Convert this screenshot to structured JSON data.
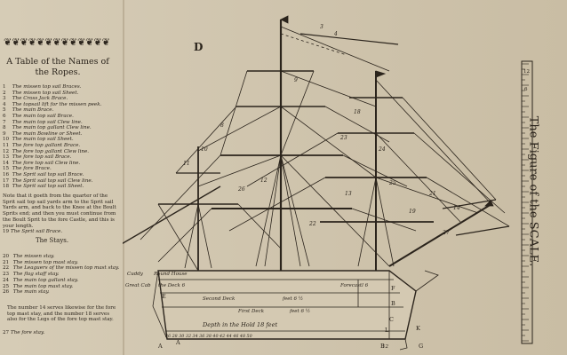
{
  "table": {
    "ornament": "❦❦❦❦❦❦❦❦❦❦❦❦❦❦❦❦❦❦",
    "title": "A Table of the Names of the Ropes.",
    "ropes": [
      {
        "n": "1",
        "t": "The missen top sail Braces."
      },
      {
        "n": "2",
        "t": "The missen top sail Sheet."
      },
      {
        "n": "3",
        "t": "The Cross Jack Brace."
      },
      {
        "n": "4",
        "t": "The topsail lift for the missen peek."
      },
      {
        "n": "5",
        "t": "The main Brace."
      },
      {
        "n": "6",
        "t": "The main top sail Brace."
      },
      {
        "n": "7",
        "t": "The main top sail Clew line."
      },
      {
        "n": "8",
        "t": "The main top gallant Clew line."
      },
      {
        "n": "9",
        "t": "The main Bowline or Sheet."
      },
      {
        "n": "10",
        "t": "The main top sail Sheet."
      },
      {
        "n": "11",
        "t": "The fore top gallant Brace."
      },
      {
        "n": "12",
        "t": "The fore top gallant Clew line."
      },
      {
        "n": "13",
        "t": "The fore top sail Brace."
      },
      {
        "n": "14",
        "t": "The fore top sail Clew line."
      },
      {
        "n": "15",
        "t": "The fore Brace."
      },
      {
        "n": "16",
        "t": "The Sprit sail top sail Brace."
      },
      {
        "n": "17",
        "t": "The Sprit sail top sail Clew line."
      },
      {
        "n": "18",
        "t": "The Sprit sail top sail Sheet."
      }
    ],
    "note": "Note that it goeth from the quarter of the Sprit sail top sail yards arm to the Sprit sail Yards arm, and back to the Knee at the Boult Sprits end; and then you must continue from the Boult Sprit to the fore Castle, and this is your length.",
    "rope19": {
      "n": "19",
      "t": "The Sprit sail Brace."
    },
    "stays_heading": "The Stays.",
    "stays": [
      {
        "n": "20",
        "t": "The missen stay."
      },
      {
        "n": "21",
        "t": "The missen top mast stay."
      },
      {
        "n": "22",
        "t": "The Leaguers of the missen top mast stay."
      },
      {
        "n": "23",
        "t": "The flag staff stay."
      },
      {
        "n": "24",
        "t": "The main top gallant stay."
      },
      {
        "n": "25",
        "t": "The main top mast stay."
      },
      {
        "n": "26",
        "t": "The main stay."
      }
    ],
    "note2": "The number 14 serves likewise for the fore top mast stay, and the number 18 serves also for the Legs of the fore top mast stay.",
    "last": {
      "n": "27",
      "t": "The fore stay."
    }
  },
  "figure": {
    "letter_d": "D",
    "scale_title": "The Figure of the SCALE.",
    "hull_labels": {
      "cuddy": "Cuddy",
      "round_house": "Round House",
      "great_cabin": "Great Cab",
      "the_deck": "the Deck 6",
      "second_deck": "Second Deck",
      "feet_6": "feet 6 ½",
      "forecastle": "Forecastl 6",
      "first_deck": "First Deck",
      "feet_first": "feet 6 ½",
      "hold": "Depth in the Hold 18 feet",
      "letters": [
        "E",
        "F",
        "B",
        "C",
        "L",
        "A",
        "B",
        "A",
        "G",
        "K"
      ],
      "scale_nums": "26 28 30 32 34 36 38 40 42 44 46 48 50",
      "num_12": "12"
    },
    "scale_ticks": [
      "12",
      "6",
      "",
      "",
      "",
      "",
      "",
      "",
      "",
      "",
      "",
      "",
      "",
      "",
      "",
      "",
      "",
      "",
      ""
    ]
  }
}
